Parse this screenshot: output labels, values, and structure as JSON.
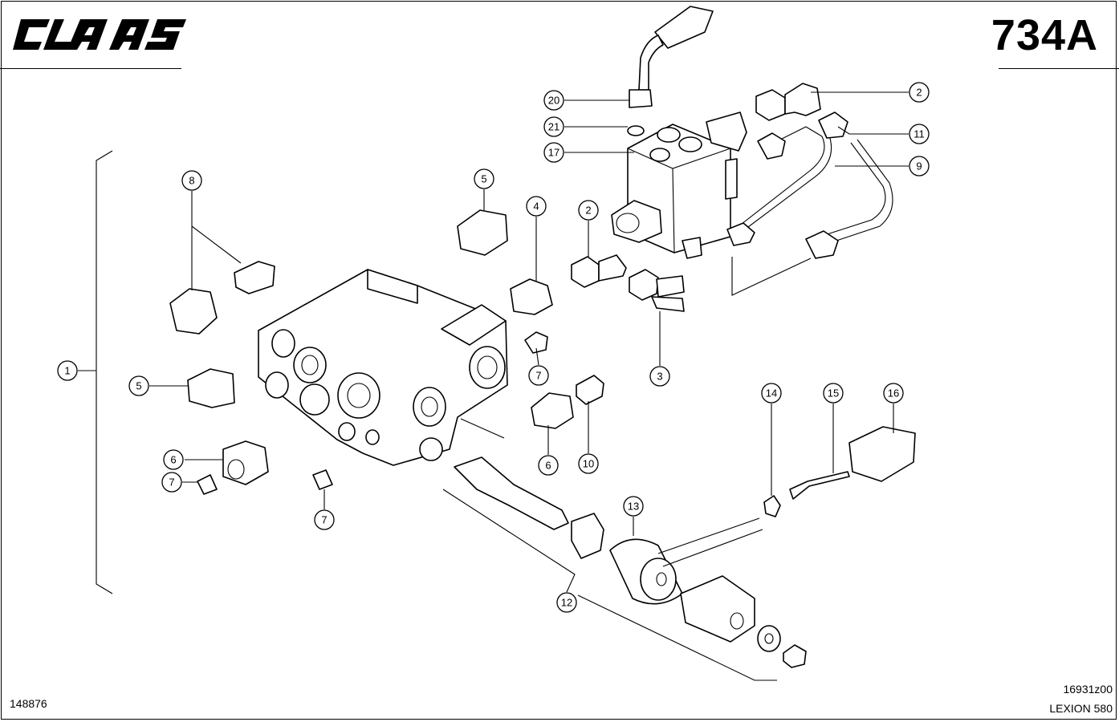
{
  "header": {
    "brand": "CLAAS",
    "page_code": "734A"
  },
  "footer": {
    "left_ref": "148876",
    "right_ref": "16931z00",
    "model": "LEXION 580"
  },
  "callouts": [
    {
      "id": "callout-1",
      "label": "1"
    },
    {
      "id": "callout-2a",
      "label": "2"
    },
    {
      "id": "callout-2b",
      "label": "2"
    },
    {
      "id": "callout-3",
      "label": "3"
    },
    {
      "id": "callout-4",
      "label": "4"
    },
    {
      "id": "callout-5a",
      "label": "5"
    },
    {
      "id": "callout-5b",
      "label": "5"
    },
    {
      "id": "callout-6a",
      "label": "6"
    },
    {
      "id": "callout-6b",
      "label": "6"
    },
    {
      "id": "callout-7a",
      "label": "7"
    },
    {
      "id": "callout-7b",
      "label": "7"
    },
    {
      "id": "callout-7c",
      "label": "7"
    },
    {
      "id": "callout-8",
      "label": "8"
    },
    {
      "id": "callout-9",
      "label": "9"
    },
    {
      "id": "callout-10",
      "label": "10"
    },
    {
      "id": "callout-11",
      "label": "11"
    },
    {
      "id": "callout-12",
      "label": "12"
    },
    {
      "id": "callout-13",
      "label": "13"
    },
    {
      "id": "callout-14",
      "label": "14"
    },
    {
      "id": "callout-15",
      "label": "15"
    },
    {
      "id": "callout-16",
      "label": "16"
    },
    {
      "id": "callout-17",
      "label": "17"
    },
    {
      "id": "callout-20",
      "label": "20"
    },
    {
      "id": "callout-21",
      "label": "21"
    }
  ]
}
